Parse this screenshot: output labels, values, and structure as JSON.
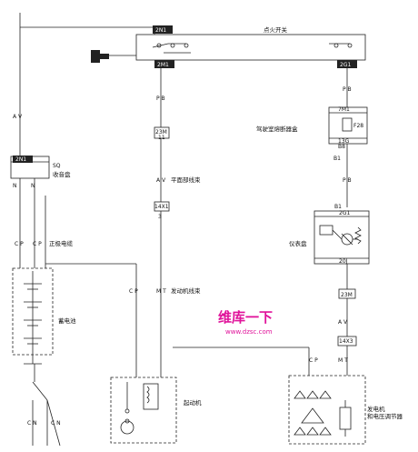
{
  "labels": {
    "ignition_switch": "点火开关",
    "fuse_box": "驾驶室熔断器盒",
    "fuse": "F28",
    "instrument_panel": "仪表盘",
    "dash_harness": "平面部线束",
    "engine_harness": "发动机线束",
    "battery_positive_cable": "正极电缆",
    "battery": "蓄电池",
    "starter": "起动机",
    "generator": "发电机\n和电压调节器",
    "sq_box": "收音盘",
    "sq_code": "SQ"
  },
  "connectors": {
    "c_2n1_left": "2N1",
    "c_2n1_switch": "2N1",
    "c_2m1": "2M1",
    "c_2g1": "2G1",
    "c_23m": "23M",
    "c_23m_pin": "11",
    "c_14x1": "14X1",
    "c_14x1_pin": "3",
    "c_7m1": "7M1",
    "c_13g": "13G",
    "c_13g_pin": "B8",
    "c_2g1_ip": "2G1",
    "c_20j": "20J",
    "c_23m_r": "23M",
    "c_14x3": "14X3",
    "c_2n1_sq": "2N1"
  },
  "wires": {
    "w_av": "A V",
    "w_pb_mid": "P B",
    "w_av_mid": "A V",
    "w_mt_mid": "M T",
    "w_cp_left": "C P",
    "w_cp_left2": "C P",
    "w_cp_mid": "C P",
    "w_pb_r1": "P B",
    "w_b1": "B1",
    "w_pb_r2": "P B",
    "w_b1_2": "B1",
    "w_av_r": "A V",
    "w_mt_r": "M T",
    "w_cp_r": "C P",
    "w_n": "N",
    "w_n2": "N",
    "w_cn": "C N",
    "w_cn2": "C N"
  },
  "watermark": {
    "title": "维库一下",
    "url": "www.dzsc.com"
  }
}
